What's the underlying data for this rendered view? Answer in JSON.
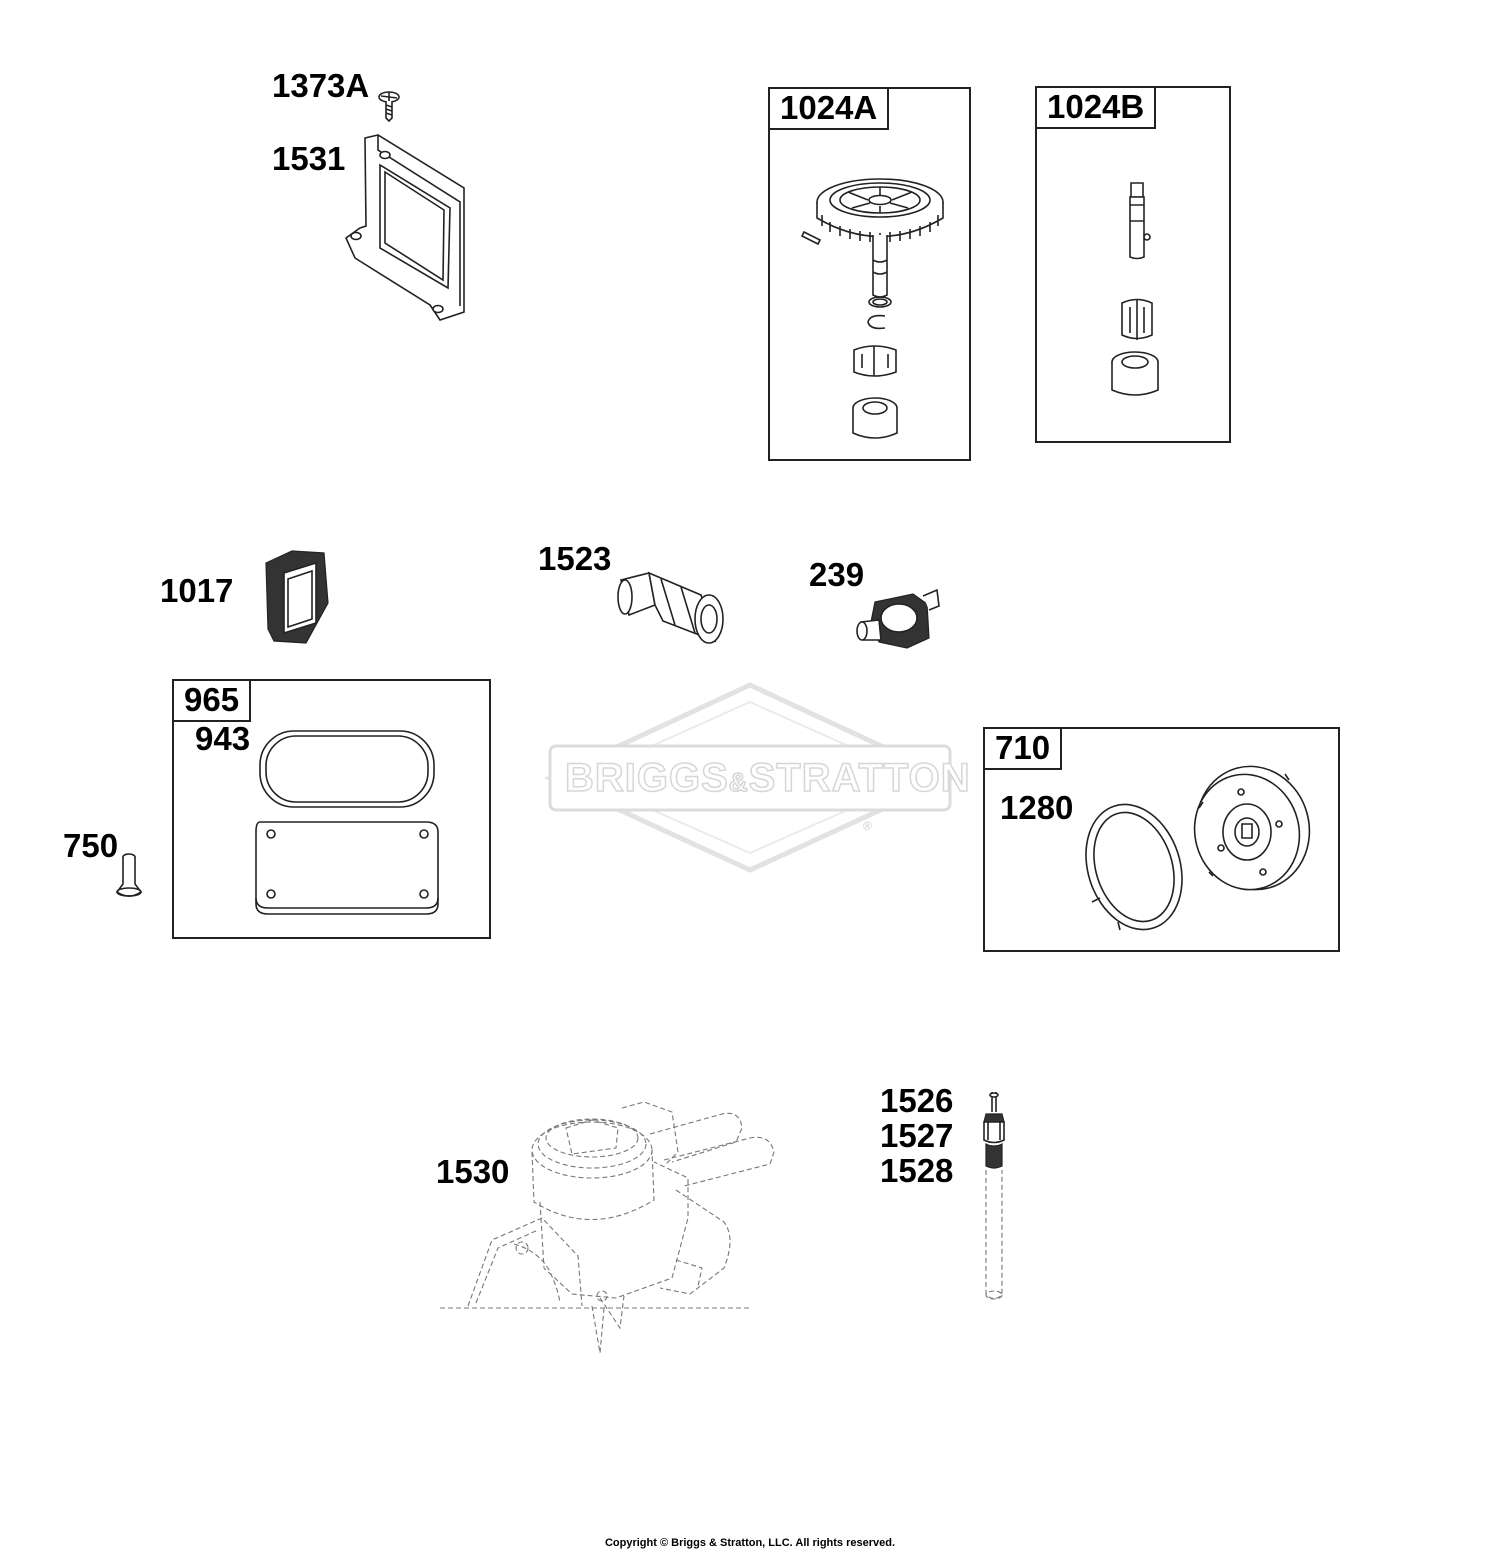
{
  "parts": {
    "p1373a": "1373A",
    "p1531": "1531",
    "p1024a": "1024A",
    "p1024b": "1024B",
    "p1017": "1017",
    "p1523": "1523",
    "p239": "239",
    "p965": "965",
    "p943": "943",
    "p750": "750",
    "p710": "710",
    "p1280": "1280",
    "p1530": "1530",
    "p1526": "1526",
    "p1527": "1527",
    "p1528": "1528"
  },
  "watermark": {
    "brand_left": "BRIGGS",
    "brand_amp": "&",
    "brand_right": "STRATTON",
    "registered": "®"
  },
  "copyright": "Copyright © Briggs & Stratton, LLC. All rights reserved."
}
